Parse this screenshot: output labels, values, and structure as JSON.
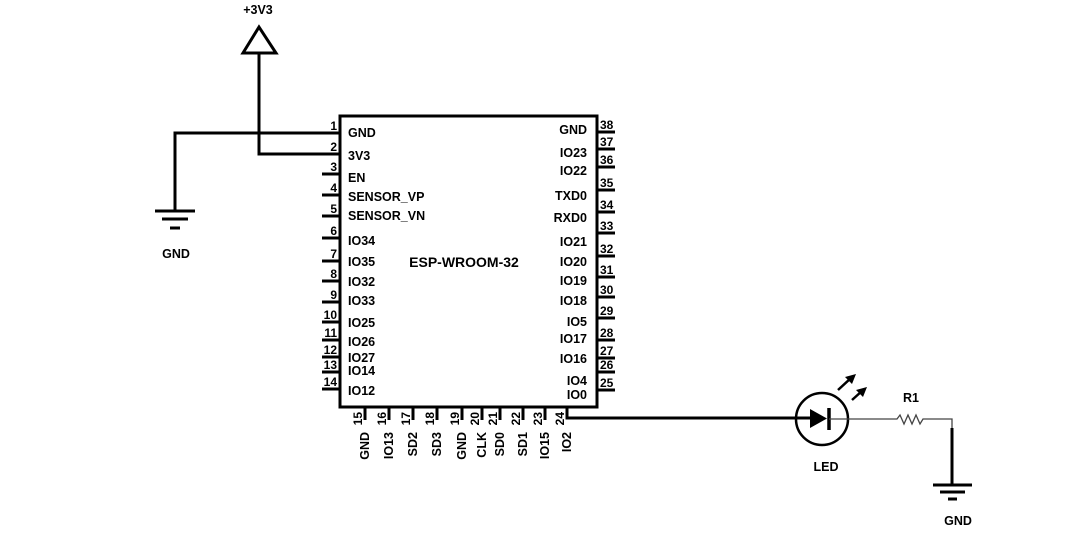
{
  "chip": {
    "name": "ESP-WROOM-32",
    "left_pins": [
      {
        "num": "1",
        "label": "GND"
      },
      {
        "num": "2",
        "label": "3V3"
      },
      {
        "num": "3",
        "label": "EN"
      },
      {
        "num": "4",
        "label": "SENSOR_VP"
      },
      {
        "num": "5",
        "label": "SENSOR_VN"
      },
      {
        "num": "6",
        "label": "IO34"
      },
      {
        "num": "7",
        "label": "IO35"
      },
      {
        "num": "8",
        "label": "IO32"
      },
      {
        "num": "9",
        "label": "IO33"
      },
      {
        "num": "10",
        "label": "IO25"
      },
      {
        "num": "11",
        "label": "IO26"
      },
      {
        "num": "12",
        "label": "IO27"
      },
      {
        "num": "13",
        "label": "IO14"
      },
      {
        "num": "14",
        "label": "IO12"
      }
    ],
    "right_pins": [
      {
        "num": "38",
        "label": "GND"
      },
      {
        "num": "37",
        "label": "IO23"
      },
      {
        "num": "36",
        "label": "IO22"
      },
      {
        "num": "35",
        "label": "TXD0"
      },
      {
        "num": "34",
        "label": "RXD0"
      },
      {
        "num": "33",
        "label": "IO21"
      },
      {
        "num": "32",
        "label": "IO20"
      },
      {
        "num": "31",
        "label": "IO19"
      },
      {
        "num": "30",
        "label": "IO18"
      },
      {
        "num": "29",
        "label": "IO5"
      },
      {
        "num": "28",
        "label": "IO17"
      },
      {
        "num": "27",
        "label": "IO16"
      },
      {
        "num": "26",
        "label": "IO4"
      },
      {
        "num": "25",
        "label": "IO0"
      }
    ],
    "bottom_pins": [
      {
        "num": "15",
        "label": "GND"
      },
      {
        "num": "16",
        "label": "IO13"
      },
      {
        "num": "17",
        "label": "SD2"
      },
      {
        "num": "18",
        "label": "SD3"
      },
      {
        "num": "19",
        "label": "GND"
      },
      {
        "num": "20",
        "label": "CLK"
      },
      {
        "num": "21",
        "label": "SD0"
      },
      {
        "num": "22",
        "label": "SD1"
      },
      {
        "num": "23",
        "label": "IO15"
      },
      {
        "num": "24",
        "label": "IO2"
      }
    ]
  },
  "power": {
    "label": "+3V3"
  },
  "ground_left": {
    "label": "GND"
  },
  "ground_right": {
    "label": "GND"
  },
  "led": {
    "label": "LED"
  },
  "resistor": {
    "label": "R1"
  }
}
